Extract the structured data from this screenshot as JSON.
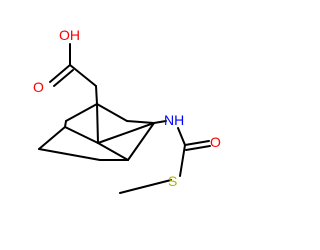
{
  "molecule": {
    "atoms": {
      "carboxyl_oh": {
        "label": "OH",
        "color": "#ff0000"
      },
      "carboxyl_o": {
        "label": "O",
        "color": "#ff0000"
      },
      "amide_nh": {
        "label": "NH",
        "color": "#0000ff"
      },
      "carbonyl_o": {
        "label": "O",
        "color": "#ff0000"
      },
      "thio_s": {
        "label": "S",
        "color": "#b2b200"
      }
    },
    "bond_color": "#000000"
  }
}
